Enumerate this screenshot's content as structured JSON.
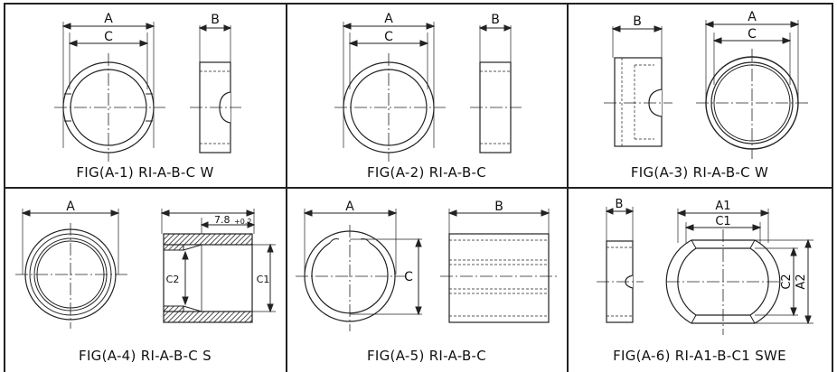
{
  "figures": [
    {
      "caption": "FIG(A-1) RI-A-B-C W",
      "labels": {
        "a": "A",
        "c": "C",
        "b": "B"
      }
    },
    {
      "caption": "FIG(A-2) RI-A-B-C",
      "labels": {
        "a": "A",
        "c": "C",
        "b": "B"
      }
    },
    {
      "caption": "FIG(A-3) RI-A-B-C W",
      "labels": {
        "b": "B",
        "a": "A",
        "c": "C"
      }
    },
    {
      "caption": "FIG(A-4) RI-A-B-C S",
      "labels": {
        "a": "A",
        "dim": "7.8",
        "tol": "+0.2",
        "c2": "C2",
        "c1": "C1"
      }
    },
    {
      "caption": "FIG(A-5) RI-A-B-C",
      "labels": {
        "a": "A",
        "c": "C",
        "b": "B"
      }
    },
    {
      "caption": "FIG(A-6) RI-A1-B-C1 SWE",
      "labels": {
        "b": "B",
        "a1": "A1",
        "c1": "C1",
        "c2": "C2",
        "a2": "A2"
      }
    }
  ]
}
